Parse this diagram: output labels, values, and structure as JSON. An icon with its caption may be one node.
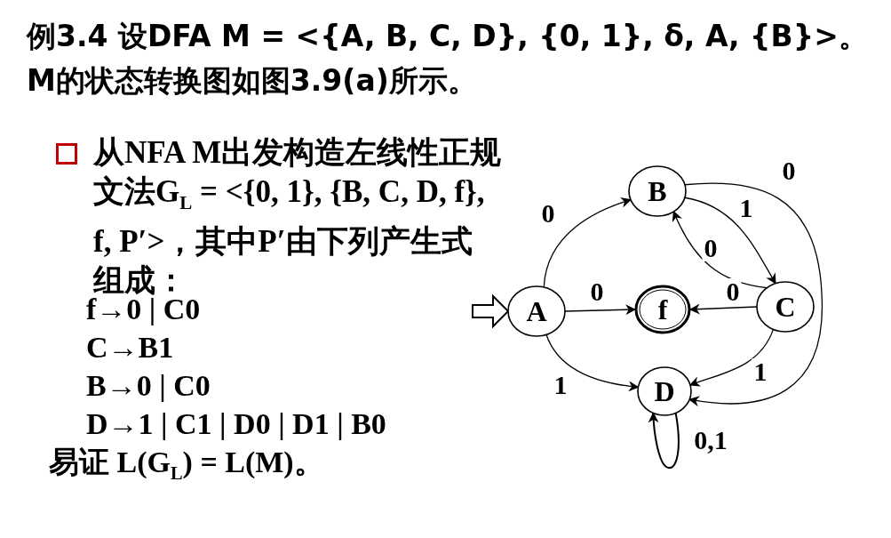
{
  "diagram": {
    "title": "例3.4 设DFA M = <{A, B, C, D}, {0, 1}, δ, A, {B}>。M的状态转换图如图3.9(a)所示。",
    "nodes": [
      {
        "text": [
          "A"
        ]
      },
      {
        "text": [
          "B"
        ]
      },
      {
        "text": [
          "f"
        ]
      },
      {
        "text": [
          "C"
        ]
      },
      {
        "text": [
          "D"
        ]
      }
    ],
    "edges": [
      {
        "from": null,
        "to": 0,
        "arrow": "to"
      },
      {
        "from": 0,
        "to": 1,
        "arrow": "to",
        "label": "0"
      },
      {
        "from": 0,
        "to": 2,
        "arrow": "to",
        "label": "0"
      },
      {
        "from": 0,
        "to": 4,
        "arrow": "to",
        "label": "1"
      },
      {
        "from": 1,
        "to": 3,
        "arrow": "to",
        "label": "1"
      },
      {
        "from": 3,
        "to": 1,
        "arrow": "to",
        "label": "0"
      },
      {
        "from": 3,
        "to": 2,
        "arrow": "to",
        "label": "0"
      },
      {
        "from": 3,
        "to": 4,
        "arrow": "to",
        "label": "1"
      },
      {
        "from": 1,
        "to": 4,
        "arrow": "to",
        "label": "0"
      },
      {
        "from": 4,
        "to": 4,
        "arrow": "to",
        "label": "0,1"
      }
    ],
    "labels": [
      "从NFA M出发构造左线性正规文法G$_{L}$ = <{0, 1}, {B, C, D, f}, f, P′>，其中P′由下列产生式组成：",
      "f→0 | C0",
      "C→B1",
      "B→0 | C0",
      "D→1 | C1 | D0 | D1 | B0",
      "易证 L(G$_{L}$) = L(M)。"
    ]
  }
}
